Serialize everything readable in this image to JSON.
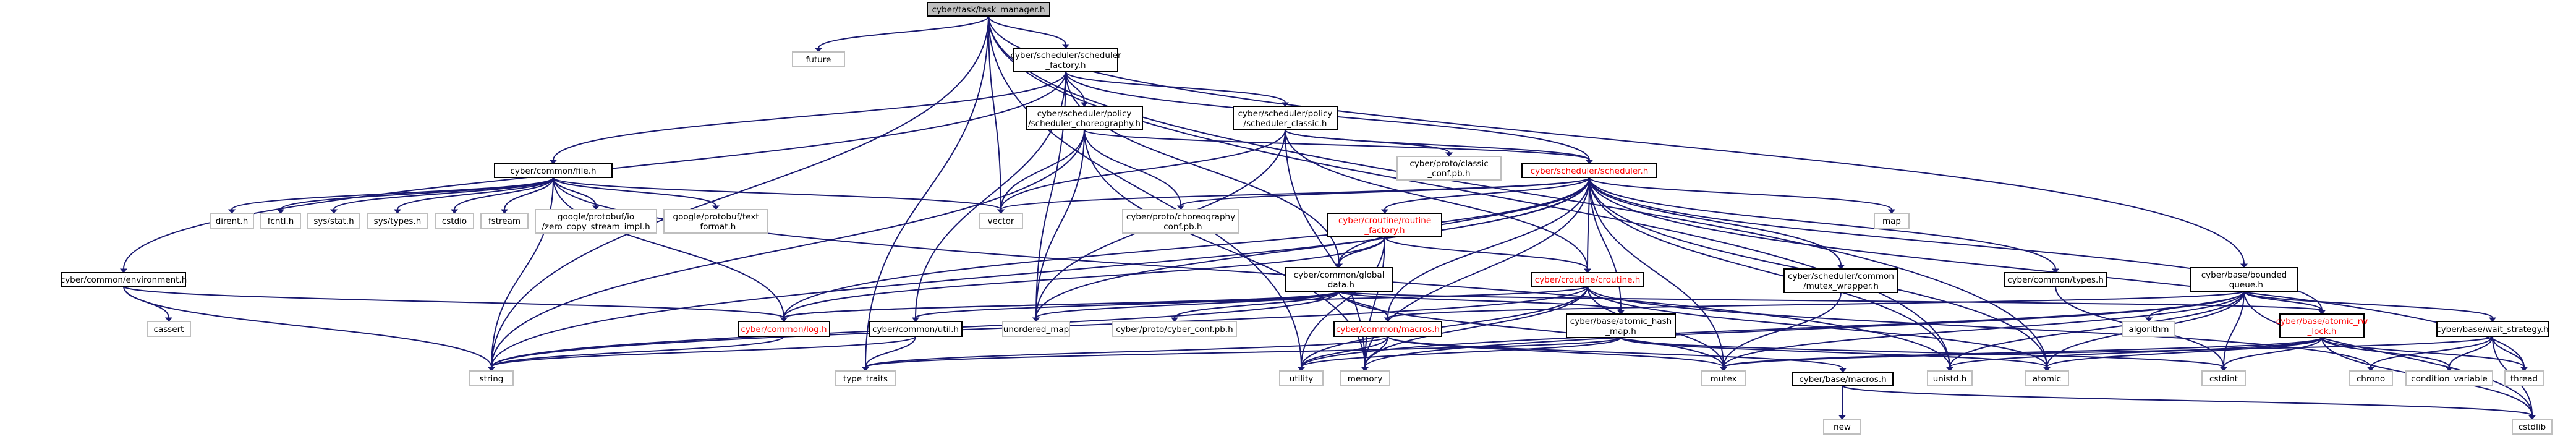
{
  "title": "",
  "colors": {
    "edge": "#191970",
    "node_border": "#000000",
    "node_border_dim": "#bfbfbf",
    "root_fill": "#bfbfbf",
    "red_text": "#ff0000"
  },
  "nodes": {
    "root": {
      "lines": [
        "cyber/task/task_manager.h"
      ],
      "kind": "root"
    },
    "sched_factory": {
      "lines": [
        "cyber/scheduler/scheduler",
        "_factory.h"
      ],
      "kind": "file"
    },
    "future": {
      "lines": [
        "future"
      ],
      "kind": "std"
    },
    "policy_choreo": {
      "lines": [
        "cyber/scheduler/policy",
        "/scheduler_choreography.h"
      ],
      "kind": "file"
    },
    "policy_classic": {
      "lines": [
        "cyber/scheduler/policy",
        "/scheduler_classic.h"
      ],
      "kind": "file"
    },
    "file_h": {
      "lines": [
        "cyber/common/file.h"
      ],
      "kind": "file"
    },
    "proto_classic": {
      "lines": [
        "cyber/proto/classic",
        "_conf.pb.h"
      ],
      "kind": "std"
    },
    "scheduler": {
      "lines": [
        "cyber/scheduler/scheduler.h"
      ],
      "kind": "red"
    },
    "dirent": {
      "lines": [
        "dirent.h"
      ],
      "kind": "std"
    },
    "fcntl": {
      "lines": [
        "fcntl.h"
      ],
      "kind": "std"
    },
    "sys_stat": {
      "lines": [
        "sys/stat.h"
      ],
      "kind": "std"
    },
    "sys_types": {
      "lines": [
        "sys/types.h"
      ],
      "kind": "std"
    },
    "cstdio": {
      "lines": [
        "cstdio"
      ],
      "kind": "std"
    },
    "fstream": {
      "lines": [
        "fstream"
      ],
      "kind": "std"
    },
    "zero_copy": {
      "lines": [
        "google/protobuf/io",
        "/zero_copy_stream_impl.h"
      ],
      "kind": "std"
    },
    "text_format": {
      "lines": [
        "google/protobuf/text",
        "_format.h"
      ],
      "kind": "std"
    },
    "vector": {
      "lines": [
        "vector"
      ],
      "kind": "std"
    },
    "proto_choreo": {
      "lines": [
        "cyber/proto/choreography",
        "_conf.pb.h"
      ],
      "kind": "std"
    },
    "routine_factory": {
      "lines": [
        "cyber/croutine/routine",
        "_factory.h"
      ],
      "kind": "red"
    },
    "map": {
      "lines": [
        "map"
      ],
      "kind": "std"
    },
    "mutex_wrapper": {
      "lines": [
        "cyber/scheduler/common",
        "/mutex_wrapper.h"
      ],
      "kind": "file"
    },
    "bounded_queue": {
      "lines": [
        "cyber/base/bounded",
        "_queue.h"
      ],
      "kind": "file"
    },
    "types_h": {
      "lines": [
        "cyber/common/types.h"
      ],
      "kind": "file"
    },
    "environment": {
      "lines": [
        "cyber/common/environment.h"
      ],
      "kind": "file"
    },
    "global_data": {
      "lines": [
        "cyber/common/global",
        "_data.h"
      ],
      "kind": "file"
    },
    "croutine": {
      "lines": [
        "cyber/croutine/croutine.h"
      ],
      "kind": "red"
    },
    "cassert": {
      "lines": [
        "cassert"
      ],
      "kind": "std"
    },
    "log_h": {
      "lines": [
        "cyber/common/log.h"
      ],
      "kind": "red"
    },
    "util_h": {
      "lines": [
        "cyber/common/util.h"
      ],
      "kind": "file"
    },
    "unordered_map": {
      "lines": [
        "unordered_map"
      ],
      "kind": "std"
    },
    "proto_cyber": {
      "lines": [
        "cyber/proto/cyber_conf.pb.h"
      ],
      "kind": "std"
    },
    "macros_common": {
      "lines": [
        "cyber/common/macros.h"
      ],
      "kind": "red"
    },
    "atomic_hash_map": {
      "lines": [
        "cyber/base/atomic_hash",
        "_map.h"
      ],
      "kind": "file"
    },
    "algorithm": {
      "lines": [
        "algorithm"
      ],
      "kind": "std"
    },
    "atomic_rw_lock": {
      "lines": [
        "cyber/base/atomic_rw",
        "_lock.h"
      ],
      "kind": "red"
    },
    "wait_strategy": {
      "lines": [
        "cyber/base/wait_strategy.h"
      ],
      "kind": "file"
    },
    "string": {
      "lines": [
        "string"
      ],
      "kind": "std"
    },
    "type_traits": {
      "lines": [
        "type_traits"
      ],
      "kind": "std"
    },
    "utility": {
      "lines": [
        "utility"
      ],
      "kind": "std"
    },
    "memory": {
      "lines": [
        "memory"
      ],
      "kind": "std"
    },
    "mutex": {
      "lines": [
        "mutex"
      ],
      "kind": "std"
    },
    "base_macros": {
      "lines": [
        "cyber/base/macros.h"
      ],
      "kind": "file"
    },
    "unistd": {
      "lines": [
        "unistd.h"
      ],
      "kind": "std"
    },
    "atomic": {
      "lines": [
        "atomic"
      ],
      "kind": "std"
    },
    "cstdint": {
      "lines": [
        "cstdint"
      ],
      "kind": "std"
    },
    "chrono": {
      "lines": [
        "chrono"
      ],
      "kind": "std"
    },
    "condition_variable": {
      "lines": [
        "condition_variable"
      ],
      "kind": "std"
    },
    "thread": {
      "lines": [
        "thread"
      ],
      "kind": "std"
    },
    "new": {
      "lines": [
        "new"
      ],
      "kind": "std"
    },
    "cstdlib": {
      "lines": [
        "cstdlib"
      ],
      "kind": "std"
    }
  },
  "edges": [
    [
      "root",
      "sched_factory"
    ],
    [
      "root",
      "future"
    ],
    [
      "root",
      "vector"
    ],
    [
      "root",
      "string"
    ],
    [
      "root",
      "type_traits"
    ],
    [
      "root",
      "utility"
    ],
    [
      "root",
      "bounded_queue"
    ],
    [
      "root",
      "atomic"
    ],
    [
      "root",
      "unistd"
    ],
    [
      "sched_factory",
      "policy_choreo"
    ],
    [
      "sched_factory",
      "policy_classic"
    ],
    [
      "sched_factory",
      "file_h"
    ],
    [
      "sched_factory",
      "environment"
    ],
    [
      "sched_factory",
      "global_data"
    ],
    [
      "sched_factory",
      "util_h"
    ],
    [
      "sched_factory",
      "scheduler"
    ],
    [
      "sched_factory",
      "unordered_map"
    ],
    [
      "policy_choreo",
      "scheduler"
    ],
    [
      "policy_choreo",
      "proto_choreo"
    ],
    [
      "policy_choreo",
      "vector"
    ],
    [
      "policy_choreo",
      "string"
    ],
    [
      "policy_choreo",
      "unordered_map"
    ],
    [
      "policy_choreo",
      "memory"
    ],
    [
      "policy_classic",
      "scheduler"
    ],
    [
      "policy_classic",
      "proto_classic"
    ],
    [
      "policy_classic",
      "croutine"
    ],
    [
      "policy_classic",
      "vector"
    ],
    [
      "policy_classic",
      "unordered_map"
    ],
    [
      "policy_classic",
      "memory"
    ],
    [
      "file_h",
      "dirent"
    ],
    [
      "file_h",
      "fcntl"
    ],
    [
      "file_h",
      "sys_stat"
    ],
    [
      "file_h",
      "sys_types"
    ],
    [
      "file_h",
      "cstdio"
    ],
    [
      "file_h",
      "fstream"
    ],
    [
      "file_h",
      "zero_copy"
    ],
    [
      "file_h",
      "text_format"
    ],
    [
      "file_h",
      "vector"
    ],
    [
      "file_h",
      "string"
    ],
    [
      "file_h",
      "log_h"
    ],
    [
      "file_h",
      "unistd"
    ],
    [
      "scheduler",
      "vector"
    ],
    [
      "scheduler",
      "proto_choreo"
    ],
    [
      "scheduler",
      "routine_factory"
    ],
    [
      "scheduler",
      "croutine"
    ],
    [
      "scheduler",
      "map"
    ],
    [
      "scheduler",
      "mutex_wrapper"
    ],
    [
      "scheduler",
      "types_h"
    ],
    [
      "scheduler",
      "global_data"
    ],
    [
      "scheduler",
      "atomic_hash_map"
    ],
    [
      "scheduler",
      "atomic_rw_lock"
    ],
    [
      "scheduler",
      "macros_common"
    ],
    [
      "scheduler",
      "unordered_map"
    ],
    [
      "scheduler",
      "memory"
    ],
    [
      "scheduler",
      "mutex"
    ],
    [
      "scheduler",
      "atomic"
    ],
    [
      "scheduler",
      "unistd"
    ],
    [
      "scheduler",
      "thread"
    ],
    [
      "scheduler",
      "log_h"
    ],
    [
      "scheduler",
      "string"
    ],
    [
      "routine_factory",
      "croutine"
    ],
    [
      "routine_factory",
      "global_data"
    ],
    [
      "routine_factory",
      "log_h"
    ],
    [
      "routine_factory",
      "memory"
    ],
    [
      "routine_factory",
      "utility"
    ],
    [
      "mutex_wrapper",
      "mutex"
    ],
    [
      "types_h",
      "cstdint"
    ],
    [
      "bounded_queue",
      "algorithm"
    ],
    [
      "bounded_queue",
      "atomic_rw_lock"
    ],
    [
      "bounded_queue",
      "wait_strategy"
    ],
    [
      "bounded_queue",
      "memory"
    ],
    [
      "bounded_queue",
      "utility"
    ],
    [
      "bounded_queue",
      "unistd"
    ],
    [
      "bounded_queue",
      "atomic"
    ],
    [
      "bounded_queue",
      "cstdint"
    ],
    [
      "bounded_queue",
      "cstdlib"
    ],
    [
      "bounded_queue",
      "macros_common"
    ],
    [
      "bounded_queue",
      "mutex"
    ],
    [
      "environment",
      "cassert"
    ],
    [
      "environment",
      "string"
    ],
    [
      "environment",
      "log_h"
    ],
    [
      "global_data",
      "log_h"
    ],
    [
      "global_data",
      "util_h"
    ],
    [
      "global_data",
      "unordered_map"
    ],
    [
      "global_data",
      "proto_cyber"
    ],
    [
      "global_data",
      "macros_common"
    ],
    [
      "global_data",
      "atomic_hash_map"
    ],
    [
      "global_data",
      "string"
    ],
    [
      "global_data",
      "mutex"
    ],
    [
      "global_data",
      "atomic_rw_lock"
    ],
    [
      "croutine",
      "log_h"
    ],
    [
      "croutine",
      "atomic"
    ],
    [
      "croutine",
      "mutex"
    ],
    [
      "croutine",
      "memory"
    ],
    [
      "croutine",
      "string"
    ],
    [
      "croutine",
      "utility"
    ],
    [
      "croutine",
      "chrono"
    ],
    [
      "log_h",
      "string"
    ],
    [
      "util_h",
      "string"
    ],
    [
      "util_h",
      "type_traits"
    ],
    [
      "macros_common",
      "base_macros"
    ],
    [
      "macros_common",
      "memory"
    ],
    [
      "macros_common",
      "mutex"
    ],
    [
      "macros_common",
      "type_traits"
    ],
    [
      "macros_common",
      "utility"
    ],
    [
      "atomic_hash_map",
      "atomic"
    ],
    [
      "atomic_hash_map",
      "cstdint"
    ],
    [
      "atomic_hash_map",
      "type_traits"
    ],
    [
      "atomic_hash_map",
      "utility"
    ],
    [
      "atomic_rw_lock",
      "unistd"
    ],
    [
      "atomic_rw_lock",
      "atomic"
    ],
    [
      "atomic_rw_lock",
      "condition_variable"
    ],
    [
      "atomic_rw_lock",
      "cstdint"
    ],
    [
      "atomic_rw_lock",
      "cstdlib"
    ],
    [
      "atomic_rw_lock",
      "mutex"
    ],
    [
      "atomic_rw_lock",
      "thread"
    ],
    [
      "wait_strategy",
      "chrono"
    ],
    [
      "wait_strategy",
      "condition_variable"
    ],
    [
      "wait_strategy",
      "cstdlib"
    ],
    [
      "wait_strategy",
      "mutex"
    ],
    [
      "wait_strategy",
      "thread"
    ],
    [
      "base_macros",
      "new"
    ],
    [
      "base_macros",
      "cstdlib"
    ]
  ]
}
